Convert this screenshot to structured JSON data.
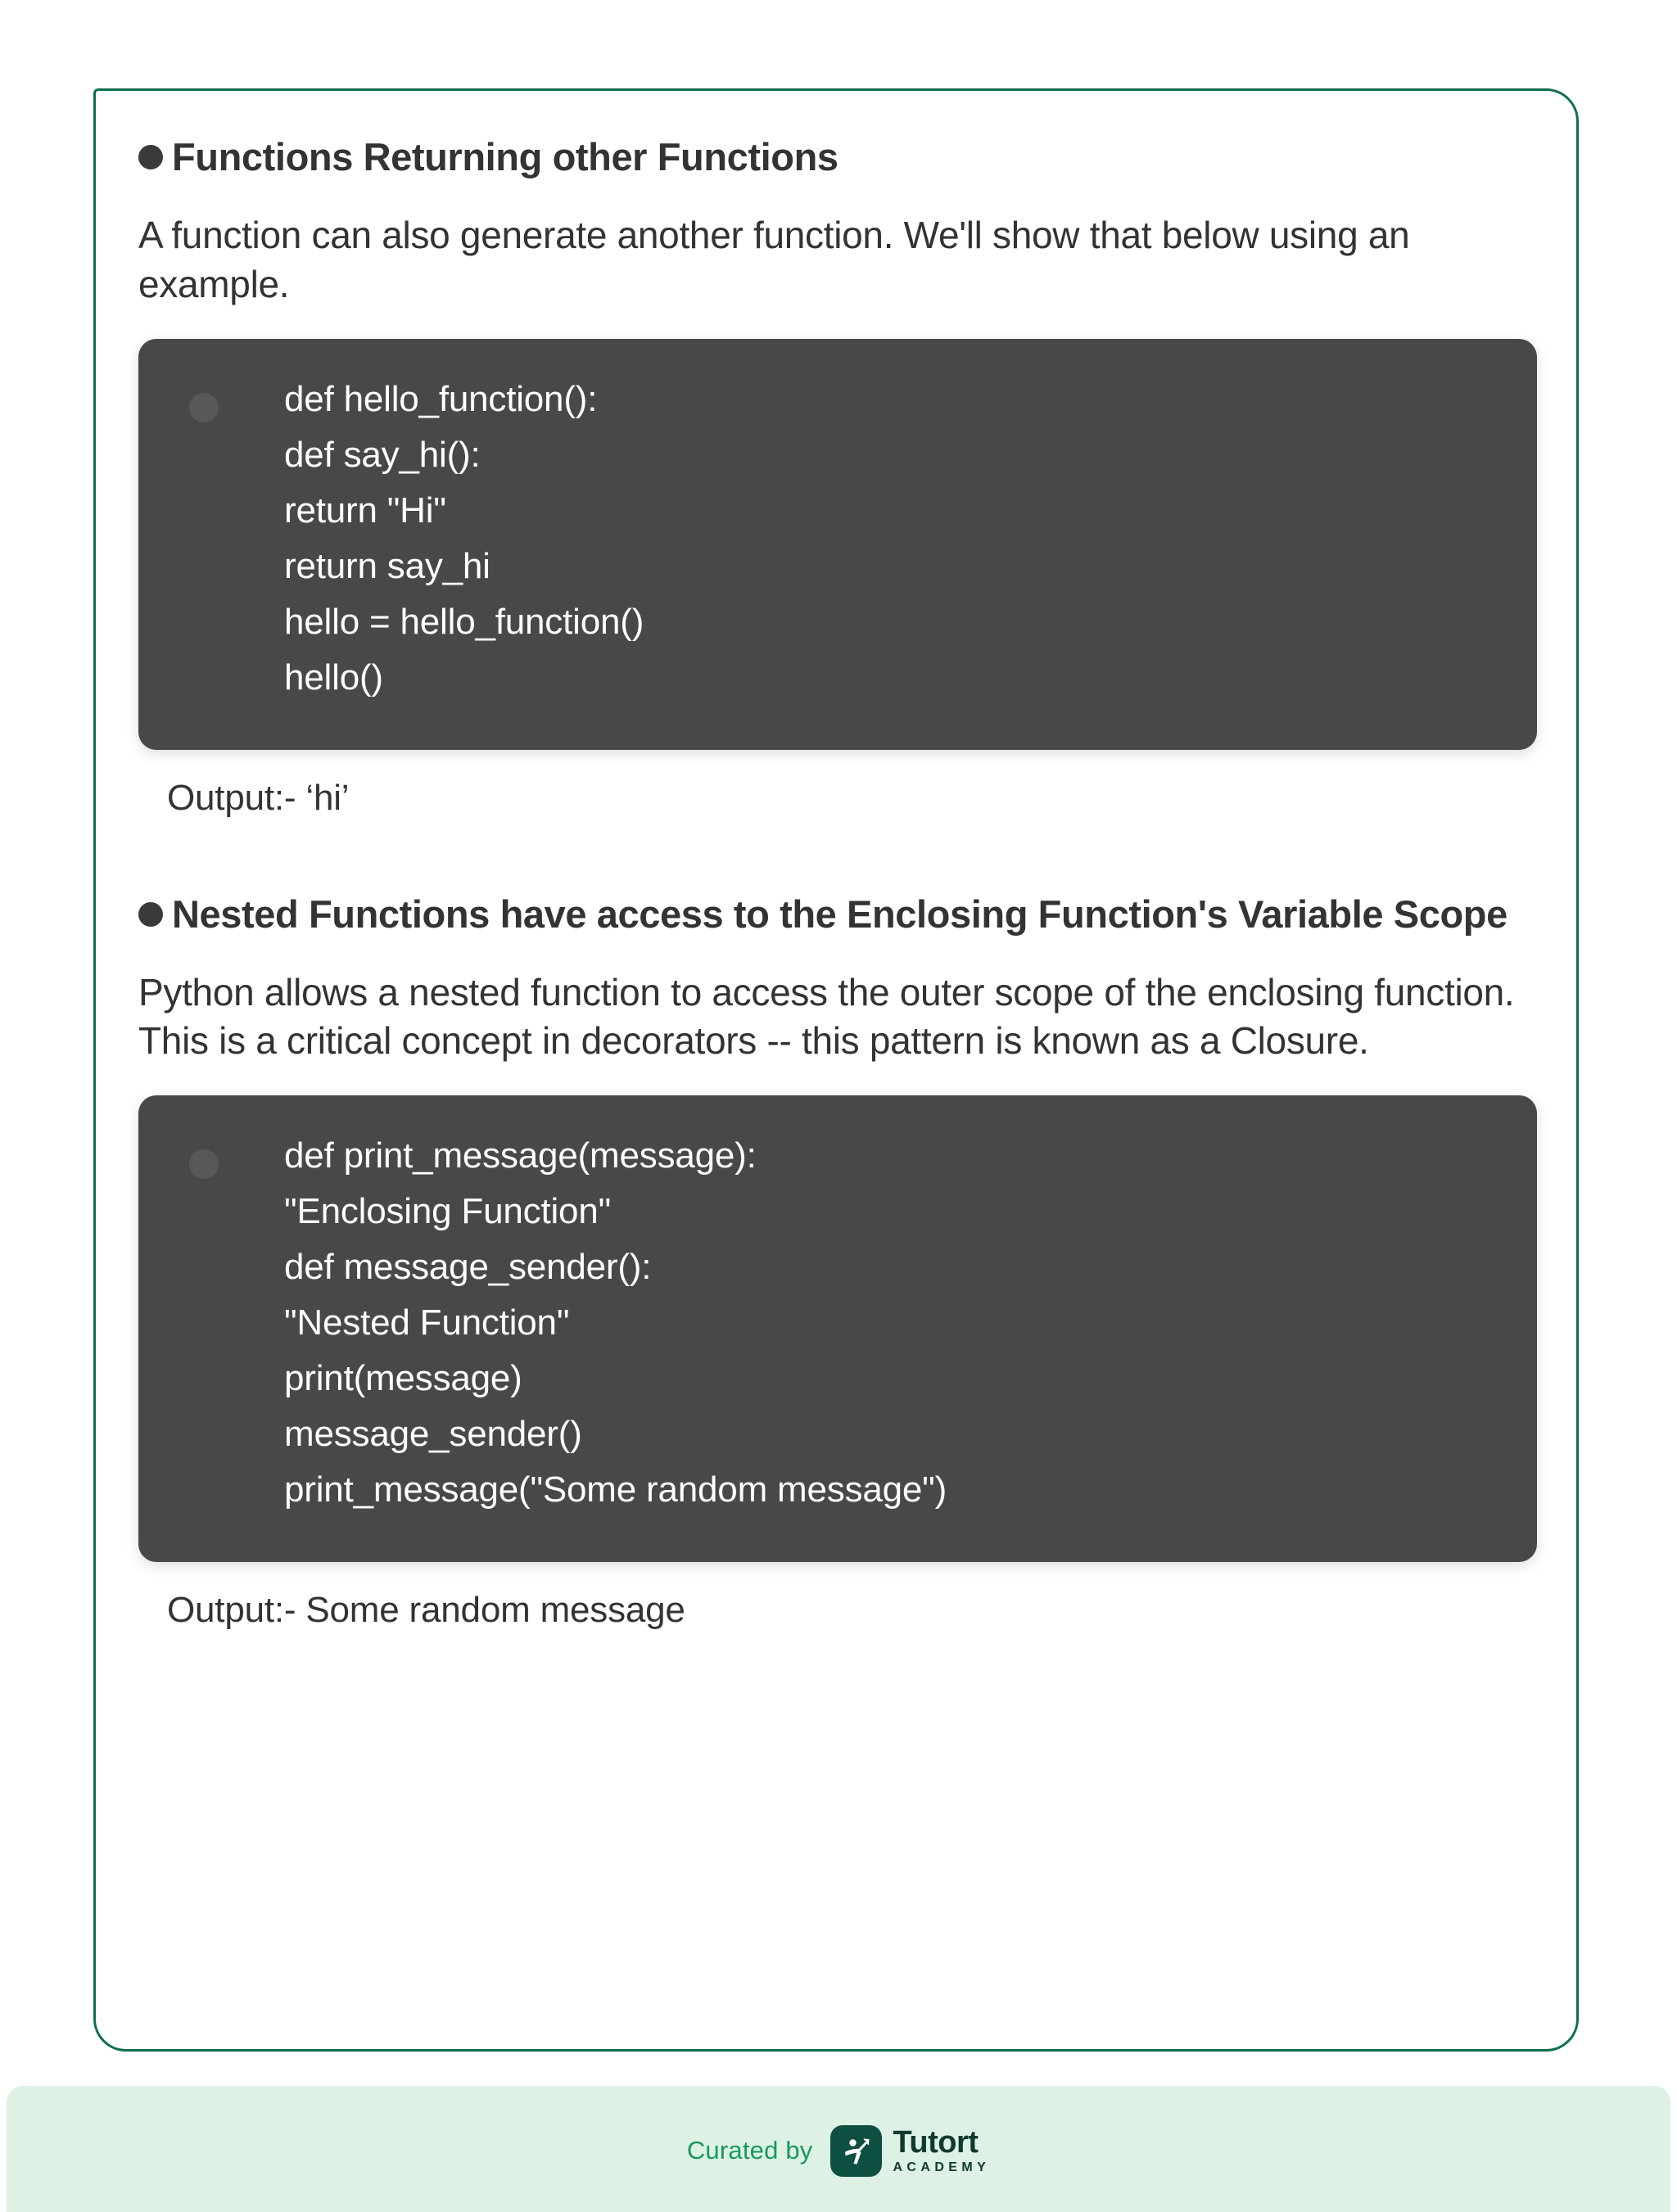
{
  "card": {
    "border_color": "#0d6e4e",
    "sections": [
      {
        "heading": "Functions Returning other Functions",
        "body": "A function can also generate another function. We'll show that below using an example.",
        "code_lines": [
          "def hello_function():",
          "def say_hi():",
          "return \"Hi\"",
          "return say_hi",
          "hello = hello_function()",
          "hello()"
        ],
        "output": "Output:- ‘hi’"
      },
      {
        "heading": "Nested Functions have access to the Enclosing Function's Variable Scope",
        "body": "Python allows a nested function to access the outer scope of the enclosing function. This is a critical concept in decorators -- this pattern is known as a Closure.",
        "code_lines": [
          "def print_message(message):",
          "\"Enclosing Function\"",
          "def message_sender():",
          "\"Nested Function\"",
          "print(message)",
          "message_sender()",
          "print_message(\"Some random message\")"
        ],
        "output": "Output:- Some random message"
      }
    ]
  },
  "footer": {
    "curated_label": "Curated by",
    "brand_name": "Tutort",
    "brand_sub": "ACADEMY",
    "band_color": "#ddf1e5",
    "brand_color": "#0e3b2e",
    "curated_color": "#179a5f"
  }
}
